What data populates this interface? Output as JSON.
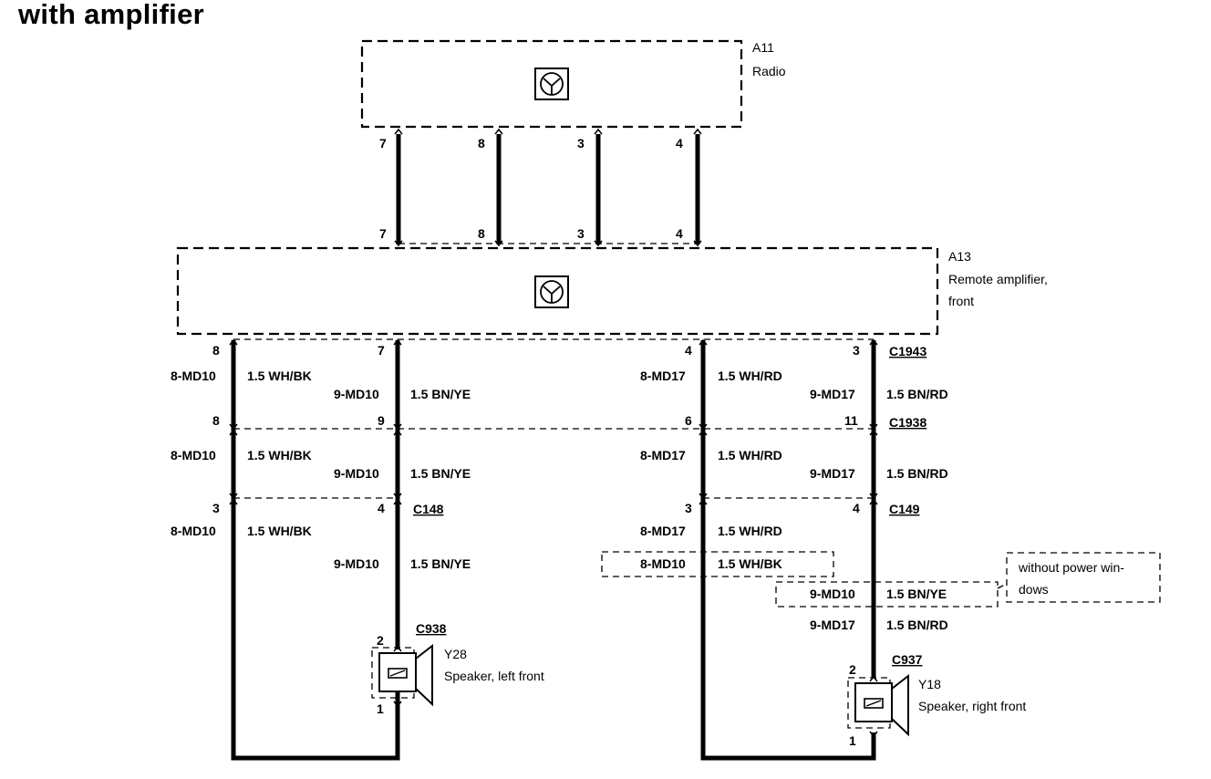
{
  "title": "with amplifier",
  "components": {
    "radio": {
      "id": "A11",
      "name": "Radio"
    },
    "amp": {
      "id": "A13",
      "name_line1": "Remote amplifier,",
      "name_line2": "front"
    },
    "speaker_left": {
      "id": "Y28",
      "name": "Speaker, left front",
      "connector": "C938",
      "pin_top": "2",
      "pin_bottom": "1"
    },
    "speaker_right": {
      "id": "Y18",
      "name": "Speaker, right front",
      "connector": "C937",
      "pin_top": "2",
      "pin_bottom": "1"
    }
  },
  "radio_amp_pins": {
    "top": [
      "7",
      "8",
      "3",
      "4"
    ],
    "bottom": [
      "7",
      "8",
      "3",
      "4"
    ]
  },
  "connectors": {
    "c1943": {
      "name": "C1943",
      "pins": [
        "8",
        "7",
        "4",
        "3"
      ]
    },
    "c1938": {
      "name": "C1938",
      "pins": [
        "8",
        "9",
        "6",
        "11"
      ]
    },
    "c148": {
      "name": "C148",
      "pins": [
        "3",
        "4"
      ]
    },
    "c149": {
      "name": "C149",
      "pins": [
        "3",
        "4"
      ]
    }
  },
  "segment1": {
    "w1": {
      "circuit": "8-MD10",
      "wire": "1.5 WH/BK"
    },
    "w2": {
      "circuit": "9-MD10",
      "wire": "1.5 BN/YE"
    },
    "w3": {
      "circuit": "8-MD17",
      "wire": "1.5 WH/RD"
    },
    "w4": {
      "circuit": "9-MD17",
      "wire": "1.5 BN/RD"
    }
  },
  "segment2": {
    "w1": {
      "circuit": "8-MD10",
      "wire": "1.5 WH/BK"
    },
    "w2": {
      "circuit": "9-MD10",
      "wire": "1.5 BN/YE"
    },
    "w3": {
      "circuit": "8-MD17",
      "wire": "1.5 WH/RD"
    },
    "w4": {
      "circuit": "9-MD17",
      "wire": "1.5 BN/RD"
    }
  },
  "segment3": {
    "w1": {
      "circuit": "8-MD10",
      "wire": "1.5 WH/BK"
    },
    "w2": {
      "circuit": "9-MD10",
      "wire": "1.5 BN/YE"
    },
    "w3": {
      "circuit": "8-MD17",
      "wire": "1.5 WH/RD"
    },
    "w3_alt": {
      "circuit": "8-MD10",
      "wire": "1.5 WH/BK"
    },
    "w4_alt": {
      "circuit": "9-MD10",
      "wire": "1.5 BN/YE"
    },
    "w4": {
      "circuit": "9-MD17",
      "wire": "1.5 BN/RD"
    }
  },
  "variant_note": {
    "line1": "without power win-",
    "line2": "dows"
  }
}
